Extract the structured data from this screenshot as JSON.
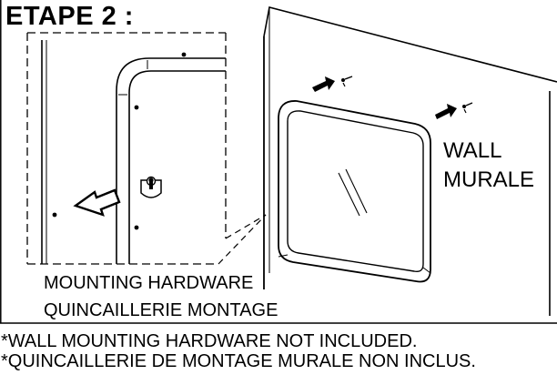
{
  "title": "ETAPE 2 :",
  "labels": {
    "wall_en": "WALL",
    "wall_fr": "MURALE",
    "hardware_en": "MOUNTING HARDWARE",
    "hardware_fr": "QUINCAILLERIE MONTAGE"
  },
  "notes": {
    "en": "*WALL MOUNTING HARDWARE NOT INCLUDED.",
    "fr": "*QUINCAILLERIE DE MONTAGE MURALE NON INCLUS."
  },
  "colors": {
    "line": "#000000",
    "background": "#ffffff"
  }
}
